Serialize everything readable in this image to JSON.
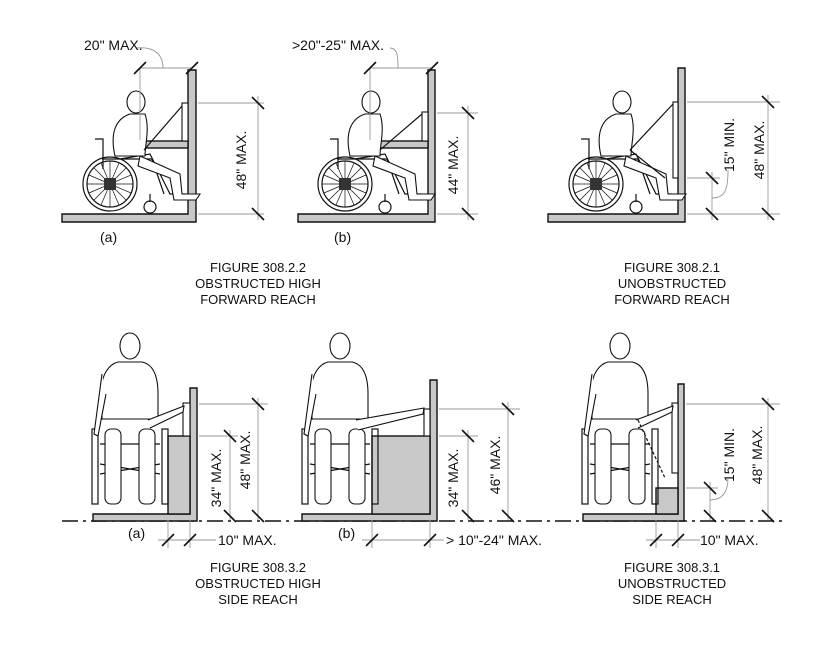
{
  "figures": {
    "obstructed_forward": {
      "caption": [
        "FIGURE 308.2.2",
        "OBSTRUCTED HIGH",
        "FORWARD REACH"
      ],
      "a": {
        "label": "(a)",
        "depth": "20\" MAX.",
        "height": "48\" MAX."
      },
      "b": {
        "label": "(b)",
        "depth": ">20\"-25\" MAX.",
        "height": "44\" MAX."
      }
    },
    "unobstructed_forward": {
      "caption": [
        "FIGURE 308.2.1",
        "UNOBSTRUCTED",
        "FORWARD REACH"
      ],
      "low": "15\" MIN.",
      "high": "48\" MAX."
    },
    "obstructed_side": {
      "caption": [
        "FIGURE 308.3.2",
        "OBSTRUCTED HIGH",
        "SIDE REACH"
      ],
      "a": {
        "label": "(a)",
        "depth": "10\" MAX.",
        "obstruction": "34\" MAX.",
        "height": "48\" MAX."
      },
      "b": {
        "label": "(b)",
        "depth": "> 10\"-24\" MAX.",
        "obstruction": "34\" MAX.",
        "height": "46\" MAX."
      }
    },
    "unobstructed_side": {
      "caption": [
        "FIGURE 308.3.1",
        "UNOBSTRUCTED",
        "SIDE REACH"
      ],
      "depth": "10\" MAX.",
      "low": "15\" MIN.",
      "high": "48\" MAX."
    }
  }
}
